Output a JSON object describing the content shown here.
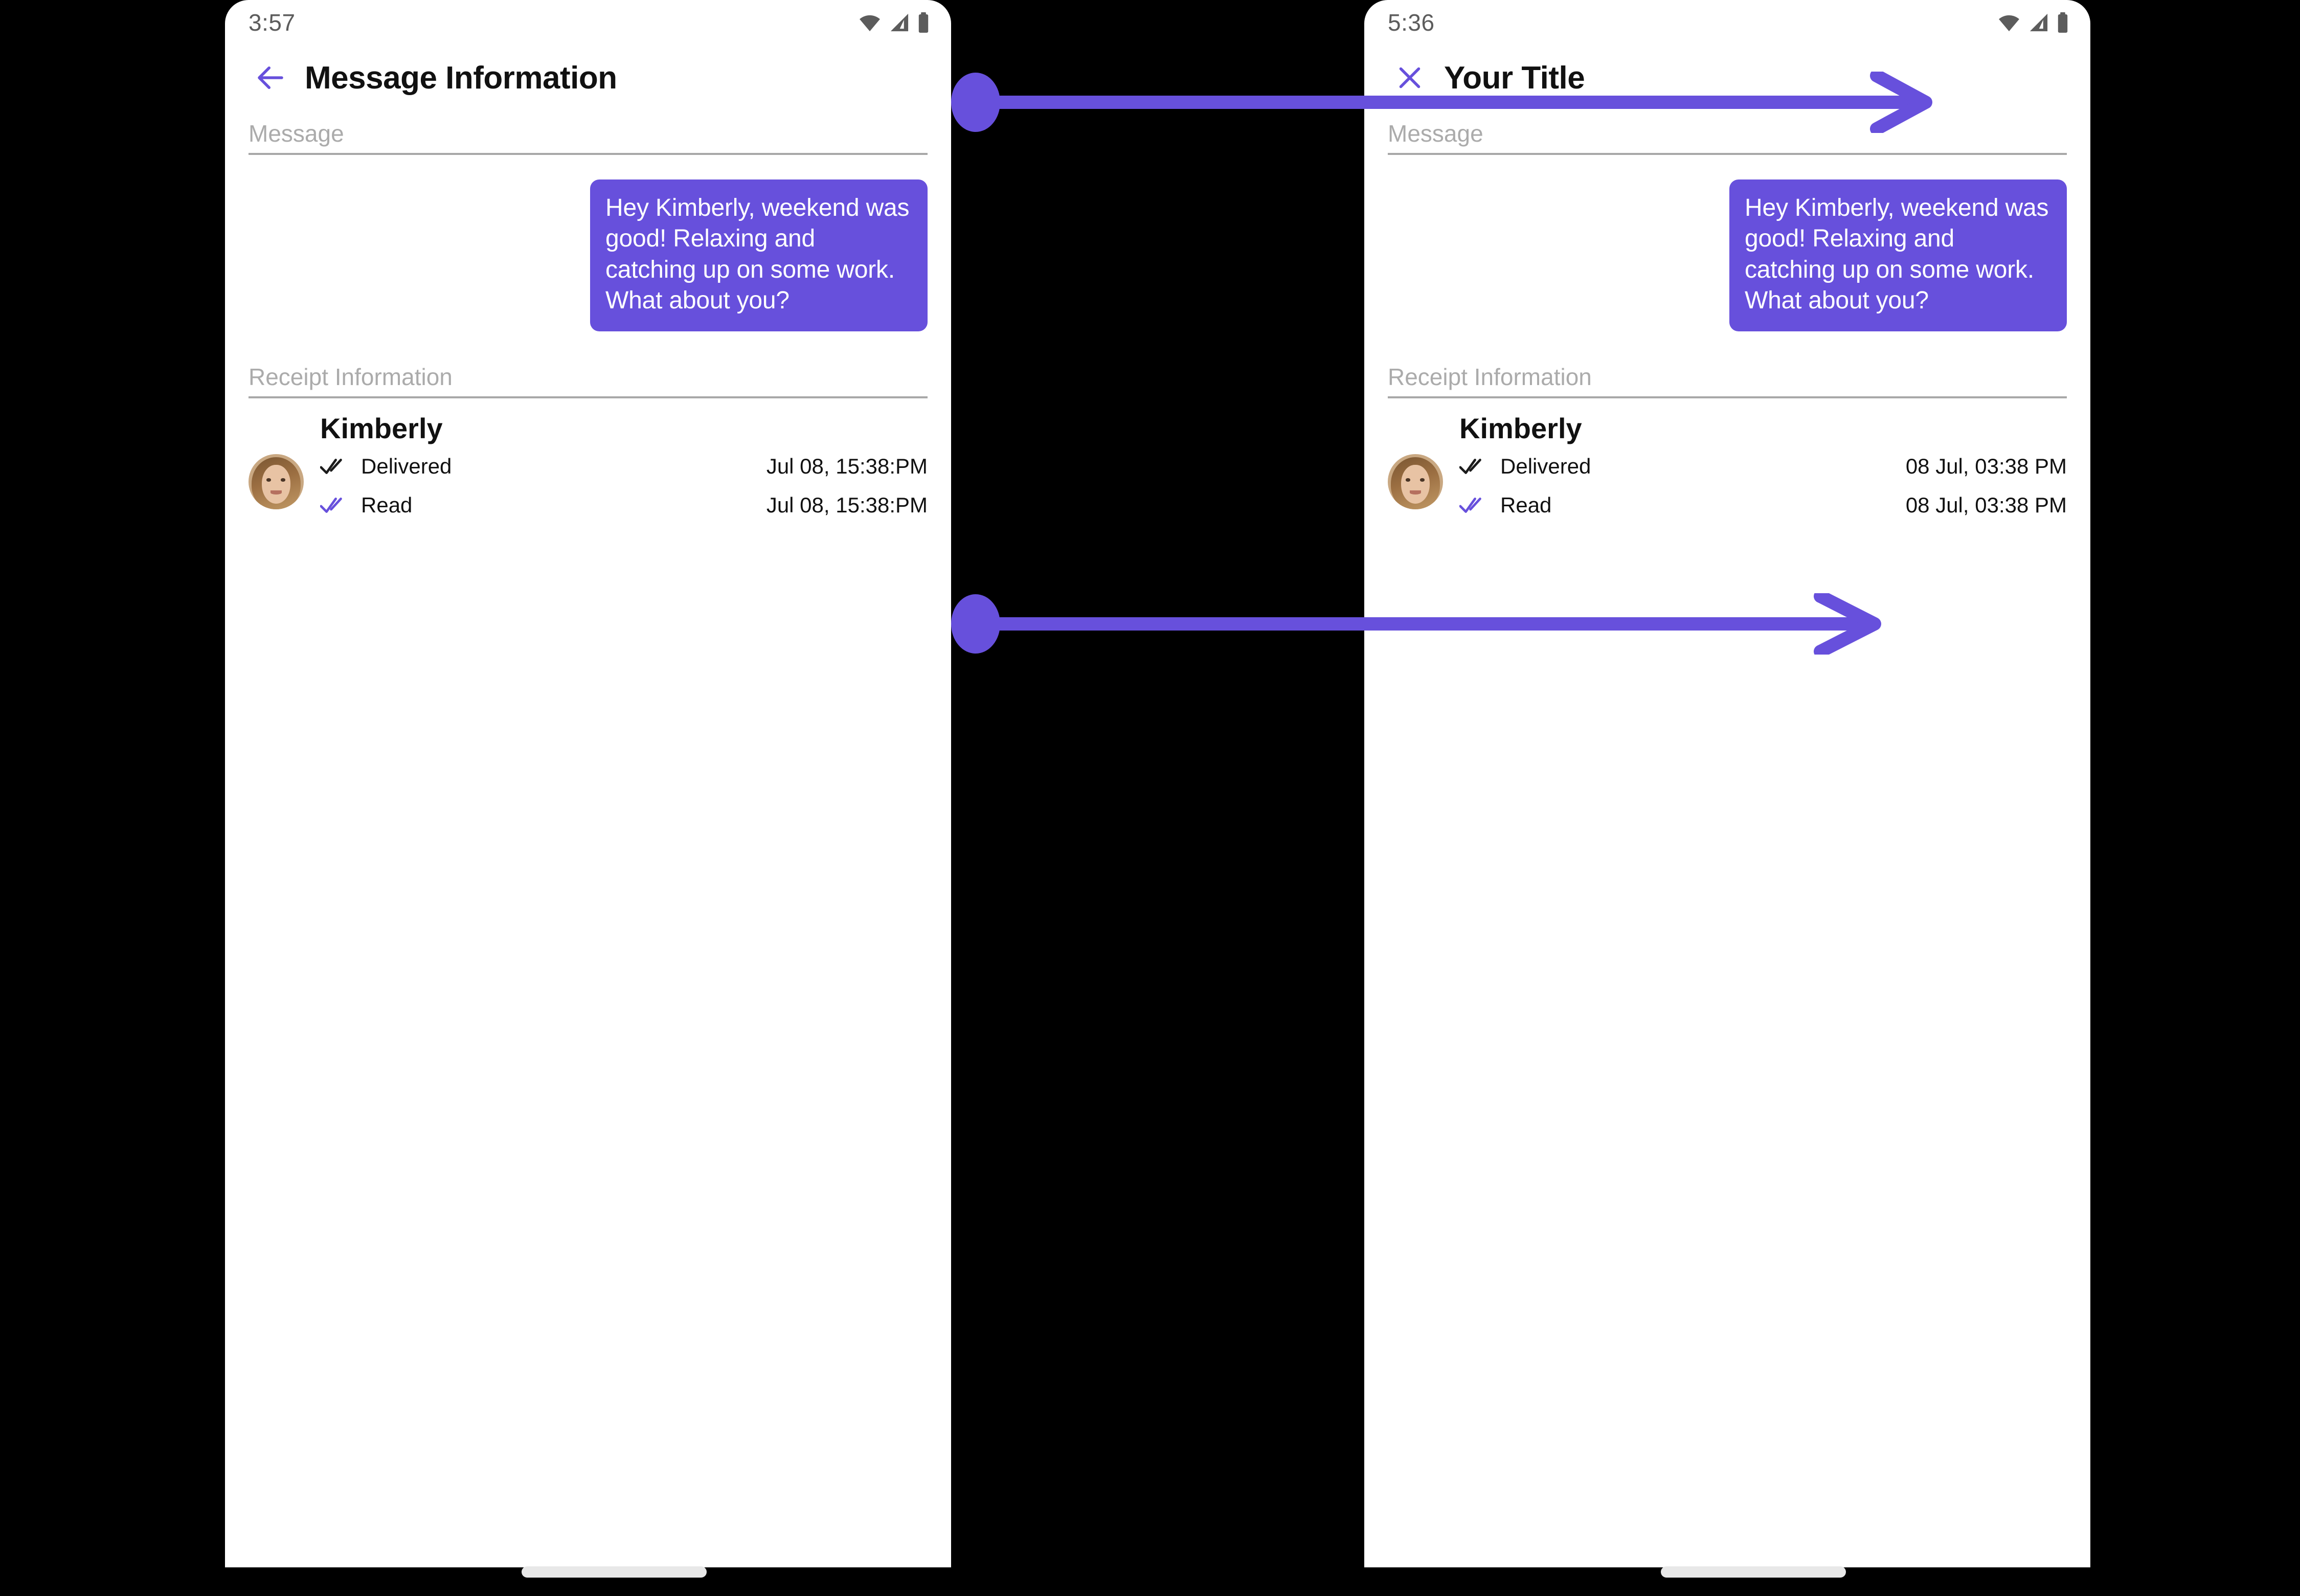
{
  "theme": {
    "accent": "#6750DC",
    "page_background": "#000000",
    "phone_background": "#ffffff",
    "label_gray": "#ababab",
    "divider_gray": "#a8a8a8",
    "status_text_gray": "#5c5c5c",
    "home_indicator_gray": "#e8e8e8"
  },
  "screens": [
    {
      "id": "before",
      "status_bar": {
        "time": "3:57",
        "icons": [
          "wifi-icon",
          "cellular-signal-icon",
          "battery-icon"
        ]
      },
      "app_bar": {
        "nav_icon": "back-arrow-icon",
        "title": "Message Information"
      },
      "message_section": {
        "label": "Message",
        "bubble_text": "Hey Kimberly, weekend was good!  Relaxing and catching up on some work.  What about you?"
      },
      "receipt_section": {
        "label": "Receipt Information",
        "contact_name": "Kimberly",
        "avatar": "contact-photo",
        "rows": [
          {
            "icon": "double-check-icon",
            "icon_color": "#1b1b1b",
            "status": "Delivered",
            "time": "Jul 08, 15:38:PM"
          },
          {
            "icon": "double-check-icon",
            "icon_color": "#6750DC",
            "status": "Read",
            "time": "Jul 08, 15:38:PM"
          }
        ]
      },
      "home_indicator": true
    },
    {
      "id": "after",
      "status_bar": {
        "time": "5:36",
        "icons": [
          "wifi-icon",
          "cellular-signal-icon",
          "battery-icon"
        ]
      },
      "app_bar": {
        "nav_icon": "close-x-icon",
        "title": "Your Title"
      },
      "message_section": {
        "label": "Message",
        "bubble_text": "Hey Kimberly, weekend was good!  Relaxing and catching up on some work.  What about you?"
      },
      "receipt_section": {
        "label": "Receipt Information",
        "contact_name": "Kimberly",
        "avatar": "contact-photo",
        "rows": [
          {
            "icon": "double-check-icon",
            "icon_color": "#1b1b1b",
            "status": "Delivered",
            "time": "08 Jul, 03:38 PM"
          },
          {
            "icon": "double-check-icon",
            "icon_color": "#6750DC",
            "status": "Read",
            "time": "08 Jul, 03:38 PM"
          }
        ]
      },
      "home_indicator": true
    }
  ],
  "annotations": [
    {
      "id": "annotation-arrow-title",
      "type": "arrow",
      "color": "#6750DC",
      "from": "app-bar-title-left",
      "to": "app-bar-title-right"
    },
    {
      "id": "annotation-arrow-timestamp",
      "type": "arrow",
      "color": "#6750DC",
      "from": "receipt-time-left",
      "to": "receipt-time-right"
    }
  ]
}
